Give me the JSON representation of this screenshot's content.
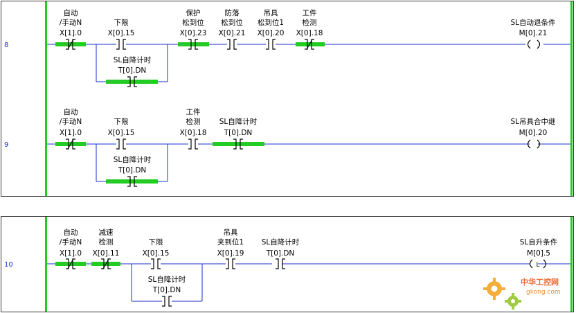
{
  "colors": {
    "rail": "#22cc22",
    "wire": "#1a2fcc",
    "active": "#22cc22",
    "coil": "#1a2fcc",
    "label": "#000000"
  },
  "rungs": [
    {
      "number": "8",
      "contacts": [
        {
          "line1": "自动",
          "line2": "/手动N",
          "addr": "X[1].0",
          "type": "NC",
          "active": true
        },
        {
          "line1": "",
          "line2": "下限",
          "addr": "X[0].15",
          "type": "NO",
          "active": false
        },
        {
          "line1": "保护",
          "line2": "松到位",
          "addr": "X[0].23",
          "type": "NO",
          "active": true
        },
        {
          "line1": "防落",
          "line2": "松到位",
          "addr": "X[0].21",
          "type": "NO",
          "active": false
        },
        {
          "line1": "吊具",
          "line2": "松到位1",
          "addr": "X[0].20",
          "type": "NO",
          "active": false
        },
        {
          "line1": "工件",
          "line2": "检测",
          "addr": "X[0].18",
          "type": "NC",
          "active": true
        }
      ],
      "branch": {
        "line1": "SL自降计时",
        "addr": "T[0].DN",
        "type": "NO",
        "active": true
      },
      "coil": {
        "name": "SL自动退条件",
        "addr": "M[0].21",
        "type": "normal"
      }
    },
    {
      "number": "9",
      "contacts": [
        {
          "line1": "自动",
          "line2": "/手动N",
          "addr": "X[1].0",
          "type": "NC",
          "active": true
        },
        {
          "line1": "",
          "line2": "下限",
          "addr": "X[0].15",
          "type": "NO",
          "active": false
        },
        {
          "line1": "工件",
          "line2": "检测",
          "addr": "X[0].18",
          "type": "NO",
          "active": false
        },
        {
          "line1": "",
          "line2": "SL自降计时",
          "addr": "T[0].DN",
          "type": "NO",
          "active": true
        }
      ],
      "branch": {
        "line1": "SL自降计时",
        "addr": "T[0].DN",
        "type": "NO",
        "active": true
      },
      "coil": {
        "name": "SL吊具合中继",
        "addr": "M[0].20",
        "type": "normal"
      }
    },
    {
      "number": "10",
      "contacts": [
        {
          "line1": "自动",
          "line2": "/手动N",
          "addr": "X[1].0",
          "type": "NC",
          "active": true
        },
        {
          "line1": "减速",
          "line2": "检测",
          "addr": "X[0].11",
          "type": "NC",
          "active": true
        },
        {
          "line1": "",
          "line2": "下限",
          "addr": "X[0].15",
          "type": "NO",
          "active": false
        },
        {
          "line1": "吊具",
          "line2": "夹到位1",
          "addr": "X[0].19",
          "type": "NO",
          "active": false
        },
        {
          "line1": "",
          "line2": "SL自降计时",
          "addr": "T[0].DN",
          "type": "NO",
          "active": false
        }
      ],
      "branch": {
        "line1": "SL自降计时",
        "addr": "T[0].DN",
        "type": "NO",
        "active": false
      },
      "coil": {
        "name": "SL自升条件",
        "addr": "M[0].5",
        "type": "latch",
        "symbol": "L"
      }
    }
  ],
  "watermark": {
    "cn": "中华工控网",
    "en": "gkong.com"
  }
}
